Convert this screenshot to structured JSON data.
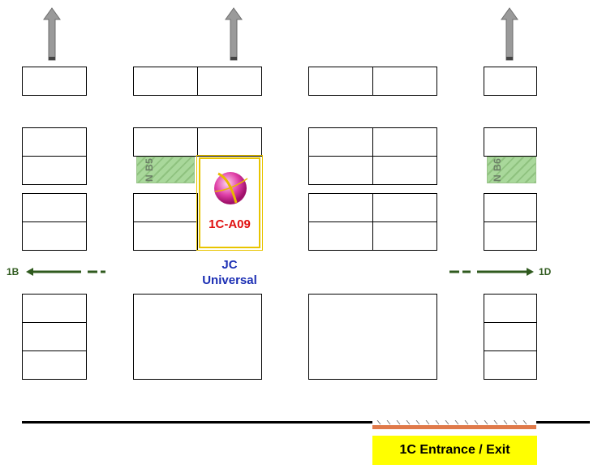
{
  "booth": {
    "code": "1C-A09",
    "company_line1": "JC",
    "company_line2": "Universal"
  },
  "labels": {
    "left_direction": "1B",
    "right_direction": "1D",
    "green_left": "N B5",
    "green_right": "N B6"
  },
  "entrance": {
    "label": "1C Entrance / Exit"
  },
  "colors": {
    "highlight_border": "#e8c400",
    "booth_code": "#e01010",
    "company": "#1c2fb4",
    "direction_arrow": "#2f5a1e",
    "entrance_bg": "#ffff00",
    "green_booth": "#a9d89b"
  }
}
